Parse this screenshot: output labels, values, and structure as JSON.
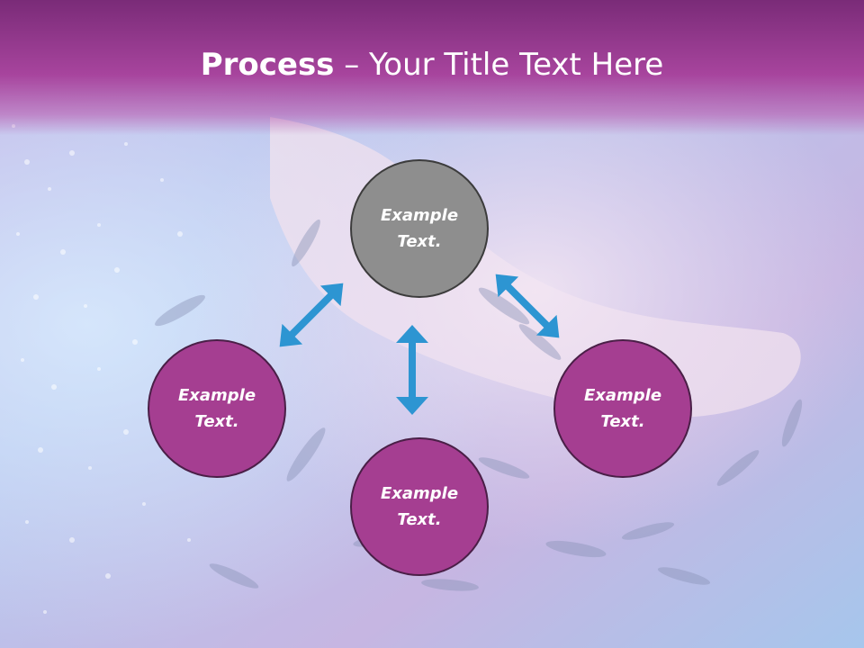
{
  "slide": {
    "title_bold": "Process",
    "title_rest": " – Your Title Text Here"
  },
  "nodes": {
    "top": {
      "line1": "Example",
      "line2": "Text."
    },
    "left": {
      "line1": "Example",
      "line2": "Text."
    },
    "right": {
      "line1": "Example",
      "line2": "Text."
    },
    "bottom": {
      "line1": "Example",
      "line2": "Text."
    }
  },
  "colors": {
    "title_band": "#a7449d",
    "node_purple": "#a53e91",
    "node_gray": "#8e8e8e",
    "arrow_blue": "#2d95d2"
  }
}
